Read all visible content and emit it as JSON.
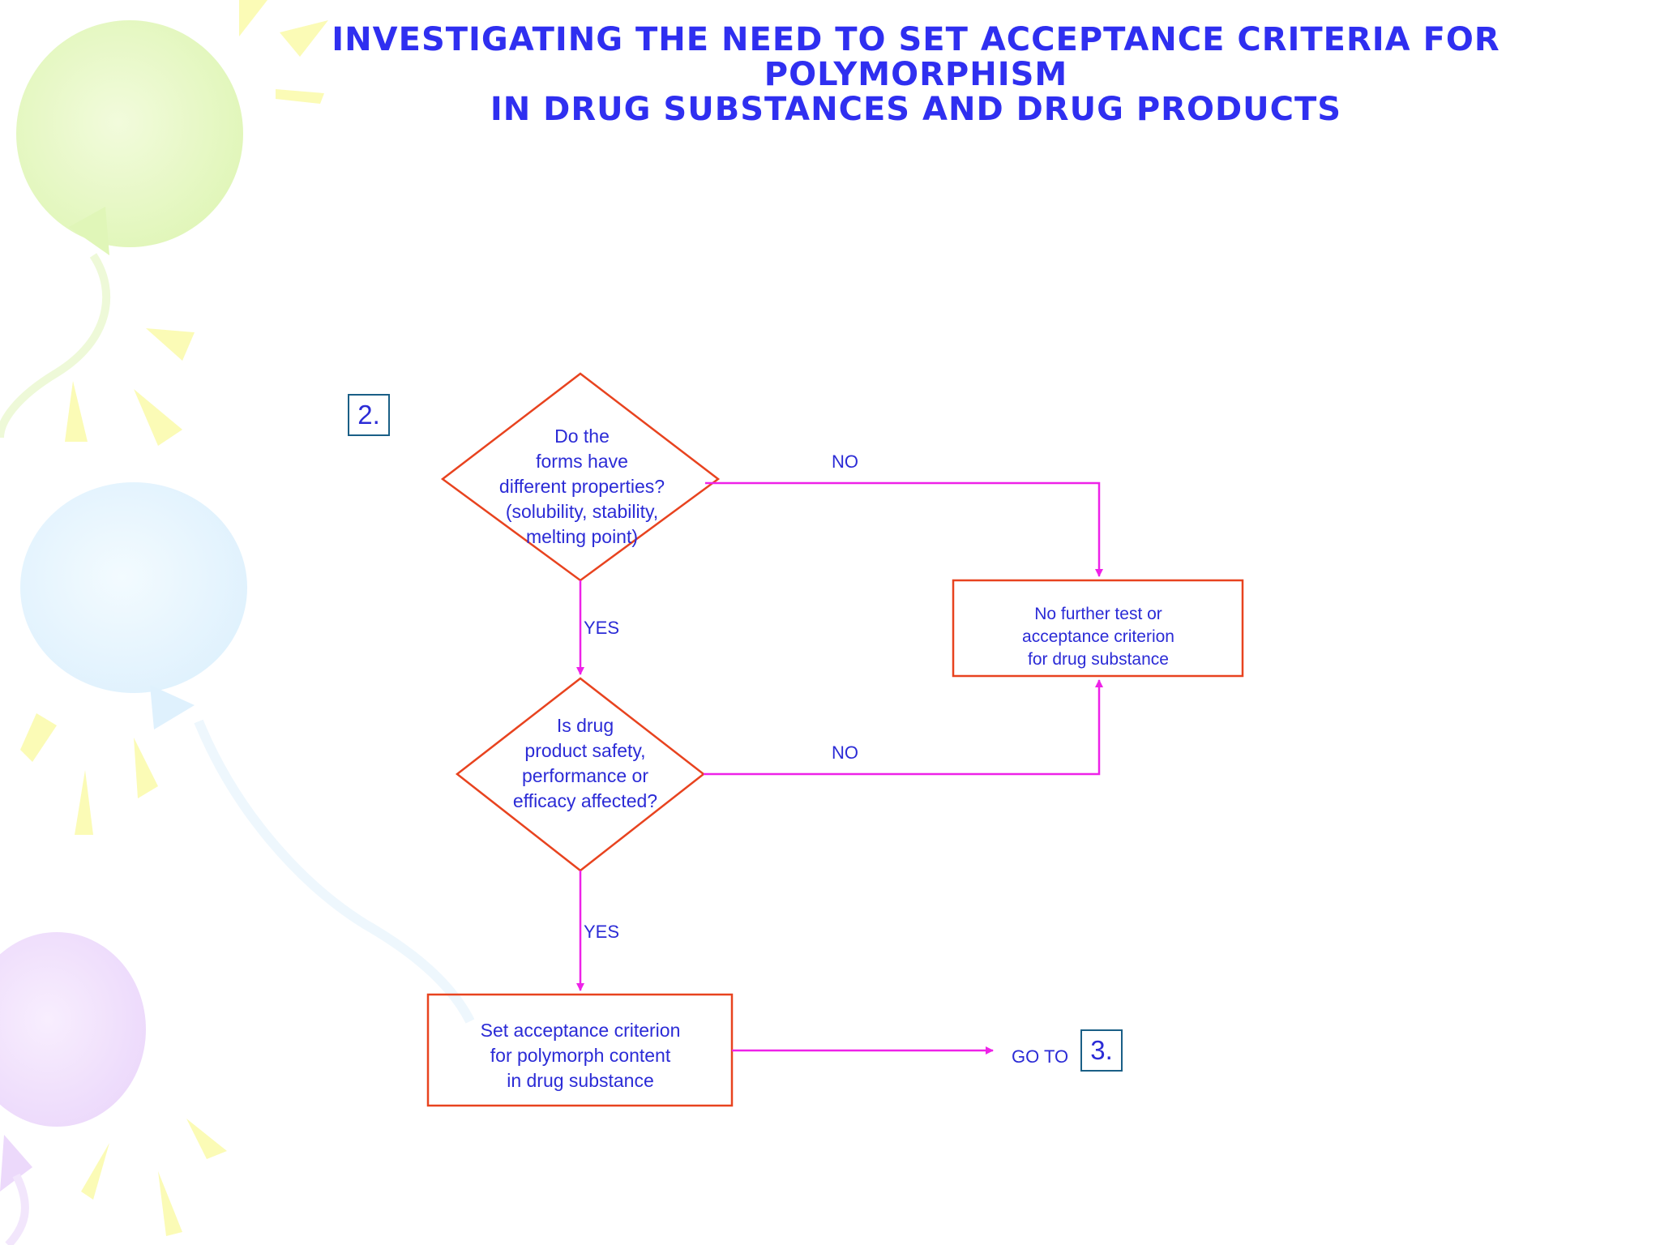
{
  "title": {
    "line1": "INVESTIGATING THE NEED TO SET ACCEPTANCE CRITERIA FOR",
    "line2": "POLYMORPHISM",
    "line3": "IN DRUG SUBSTANCES AND DRUG PRODUCTS"
  },
  "step_label": "2.",
  "decision1": {
    "lines": [
      "Do the",
      "forms have",
      "different properties?",
      "(solubility, stability,",
      "melting point)"
    ]
  },
  "decision2": {
    "lines": [
      "Is drug",
      "product safety,",
      "performance or",
      "efficacy affected?"
    ]
  },
  "no_further": {
    "lines": [
      "No further test or",
      "acceptance criterion",
      "for drug substance"
    ]
  },
  "set_criterion": {
    "lines": [
      "Set acceptance criterion",
      "for polymorph content",
      "in drug substance"
    ]
  },
  "edges": {
    "no1": "NO",
    "no2": "NO",
    "yes1": "YES",
    "yes2": "YES"
  },
  "goto": {
    "label": "GO TO",
    "target": "3."
  },
  "colors": {
    "title": "#2f2ff0",
    "text": "#2b2bd6",
    "shape_stroke": "#e8431f",
    "connector": "#ee22e8",
    "ref_border": "#1a5f86"
  }
}
